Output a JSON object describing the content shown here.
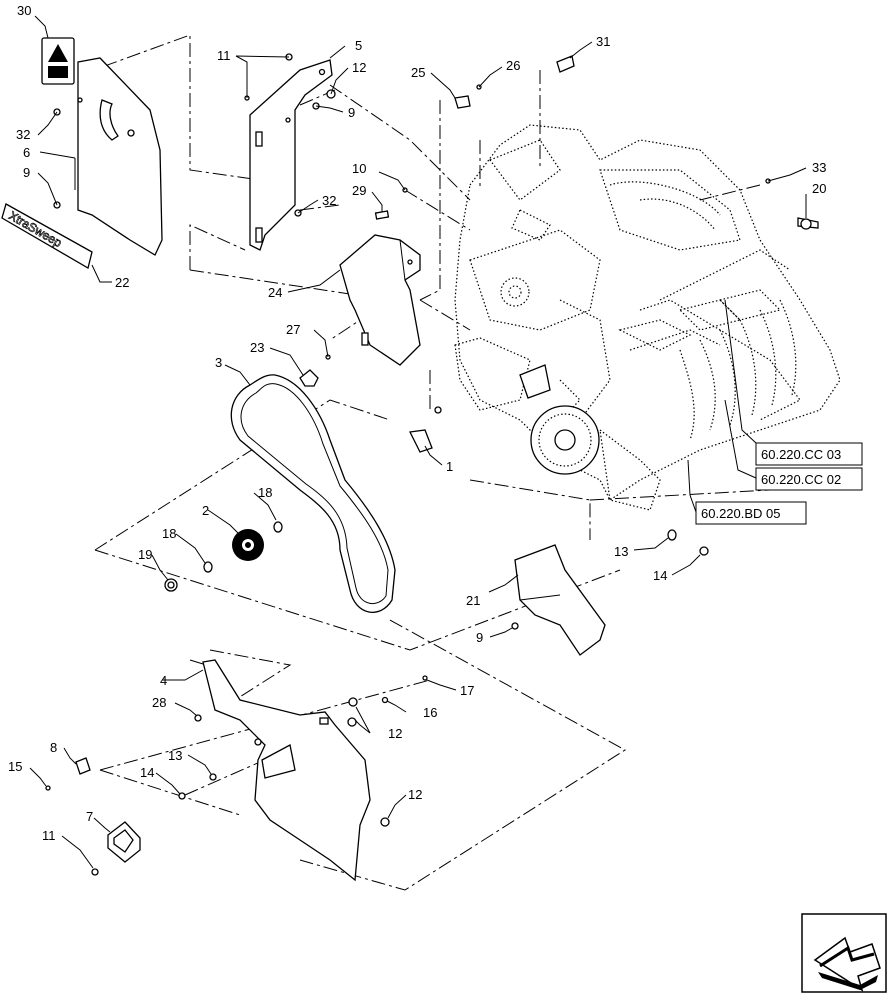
{
  "callouts": {
    "c1": "1",
    "c2": "2",
    "c3": "3",
    "c4": "4",
    "c5": "5",
    "c6": "6",
    "c7": "7",
    "c8": "8",
    "c9a": "9",
    "c9b": "9",
    "c9c": "9",
    "c10": "10",
    "c11a": "11",
    "c11b": "11",
    "c12a": "12",
    "c12b": "12",
    "c12c": "12",
    "c13a": "13",
    "c13b": "13",
    "c14a": "14",
    "c14b": "14",
    "c15": "15",
    "c16": "16",
    "c17": "17",
    "c18a": "18",
    "c18b": "18",
    "c19": "19",
    "c20": "20",
    "c21": "21",
    "c22": "22",
    "c23": "23",
    "c24": "24",
    "c25": "25",
    "c26": "26",
    "c27": "27",
    "c28": "28",
    "c29": "29",
    "c30": "30",
    "c31": "31",
    "c32a": "32",
    "c32b": "32",
    "c33": "33"
  },
  "references": {
    "ref_cc03": "60.220.CC 03",
    "ref_cc02": "60.220.CC 02",
    "ref_bd05": "60.220.BD 05"
  },
  "decal_text": "XtraSweep",
  "nav_icon": "return-arrow-icon"
}
